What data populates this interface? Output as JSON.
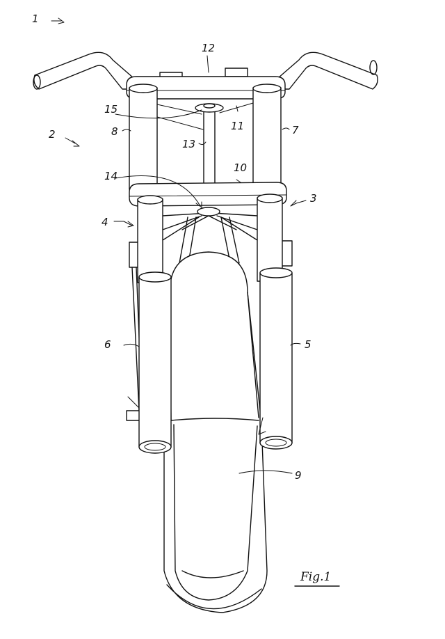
{
  "caption": "Fig.1",
  "labels": {
    "l1": "1",
    "l2": "2",
    "l3": "3",
    "l4": "4",
    "l5": "5",
    "l6": "6",
    "l7": "7",
    "l8": "8",
    "l9": "9",
    "l10": "10",
    "l11": "11",
    "l12": "12",
    "l13": "13",
    "l14": "14",
    "l15": "15"
  }
}
